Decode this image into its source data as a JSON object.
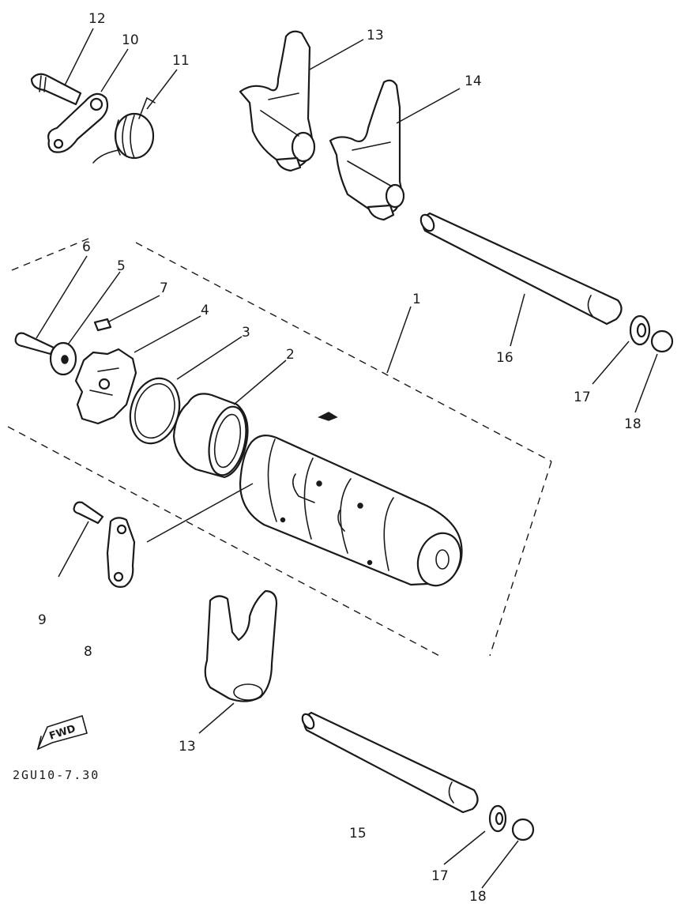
{
  "callouts": {
    "p1": "1",
    "p2": "2",
    "p3": "3",
    "p4": "4",
    "p5": "5",
    "p6": "6",
    "p7": "7",
    "p8": "8",
    "p9": "9",
    "p10": "10",
    "p11": "11",
    "p12": "12",
    "p13a": "13",
    "p13b": "13",
    "p14": "14",
    "p15": "15",
    "p16": "16",
    "p17a": "17",
    "p17b": "17",
    "p18a": "18",
    "p18b": "18"
  },
  "fwd_label": "FWD",
  "drawing_code": "2GU10-7.30"
}
